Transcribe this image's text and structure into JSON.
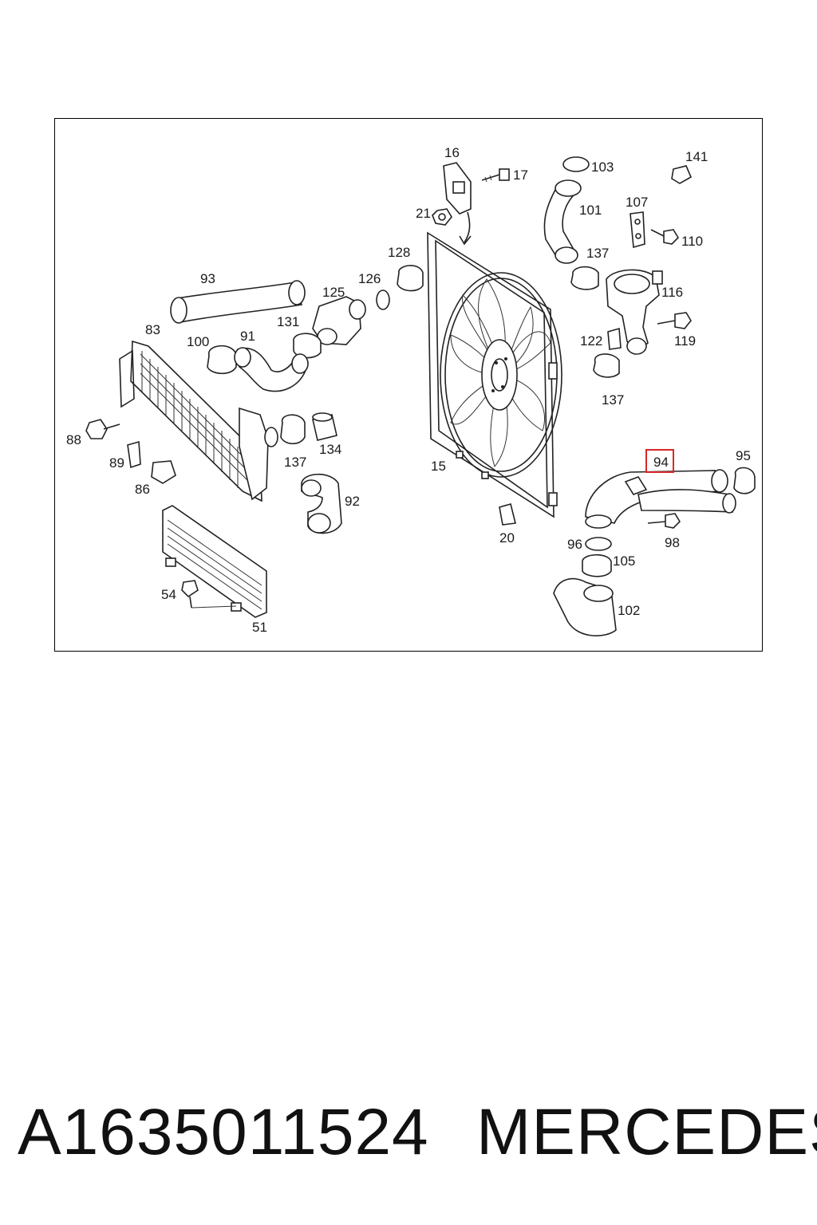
{
  "diagram": {
    "highlighted_part": "94",
    "highlight_color": "#d62828",
    "callouts": [
      {
        "id": "16",
        "label": "16"
      },
      {
        "id": "17",
        "label": "17"
      },
      {
        "id": "103",
        "label": "103"
      },
      {
        "id": "141",
        "label": "141"
      },
      {
        "id": "101",
        "label": "101"
      },
      {
        "id": "107",
        "label": "107"
      },
      {
        "id": "21",
        "label": "21"
      },
      {
        "id": "110",
        "label": "110"
      },
      {
        "id": "128",
        "label": "128"
      },
      {
        "id": "137a",
        "label": "137"
      },
      {
        "id": "93",
        "label": "93"
      },
      {
        "id": "125",
        "label": "125"
      },
      {
        "id": "126",
        "label": "126"
      },
      {
        "id": "116",
        "label": "116"
      },
      {
        "id": "83",
        "label": "83"
      },
      {
        "id": "131",
        "label": "131"
      },
      {
        "id": "100",
        "label": "100"
      },
      {
        "id": "91",
        "label": "91"
      },
      {
        "id": "122",
        "label": "122"
      },
      {
        "id": "119",
        "label": "119"
      },
      {
        "id": "137b",
        "label": "137"
      },
      {
        "id": "88",
        "label": "88"
      },
      {
        "id": "134",
        "label": "134"
      },
      {
        "id": "89",
        "label": "89"
      },
      {
        "id": "137c",
        "label": "137"
      },
      {
        "id": "15",
        "label": "15"
      },
      {
        "id": "94",
        "label": "94"
      },
      {
        "id": "95",
        "label": "95"
      },
      {
        "id": "86",
        "label": "86"
      },
      {
        "id": "92",
        "label": "92"
      },
      {
        "id": "20",
        "label": "20"
      },
      {
        "id": "96",
        "label": "96"
      },
      {
        "id": "98",
        "label": "98"
      },
      {
        "id": "105",
        "label": "105"
      },
      {
        "id": "54",
        "label": "54"
      },
      {
        "id": "102",
        "label": "102"
      },
      {
        "id": "51",
        "label": "51"
      }
    ]
  },
  "footer": {
    "part_number": "A1635011524",
    "brand": "MERCEDES"
  }
}
